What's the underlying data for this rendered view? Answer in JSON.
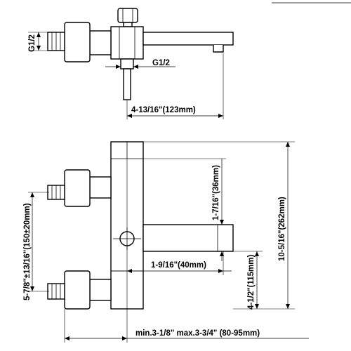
{
  "top_view": {
    "thread_inlet": "G1/2",
    "thread_outlet": "G1/2",
    "spout_reach": "4-13/16\"(123mm)"
  },
  "front_view": {
    "spout_height": "1-7/16\"(36mm)",
    "overall_height": "10-5/16\"(262mm)",
    "inlet_spacing": "5-7/8\"±13/16\"(150±20mm)",
    "outlet_offset": "1-9/16\"(40mm)",
    "outlet_height": "4-1/2\"(115mm)",
    "wall_distance": "min.3-1/8\" max.3-3/4\" (80-95mm)"
  }
}
